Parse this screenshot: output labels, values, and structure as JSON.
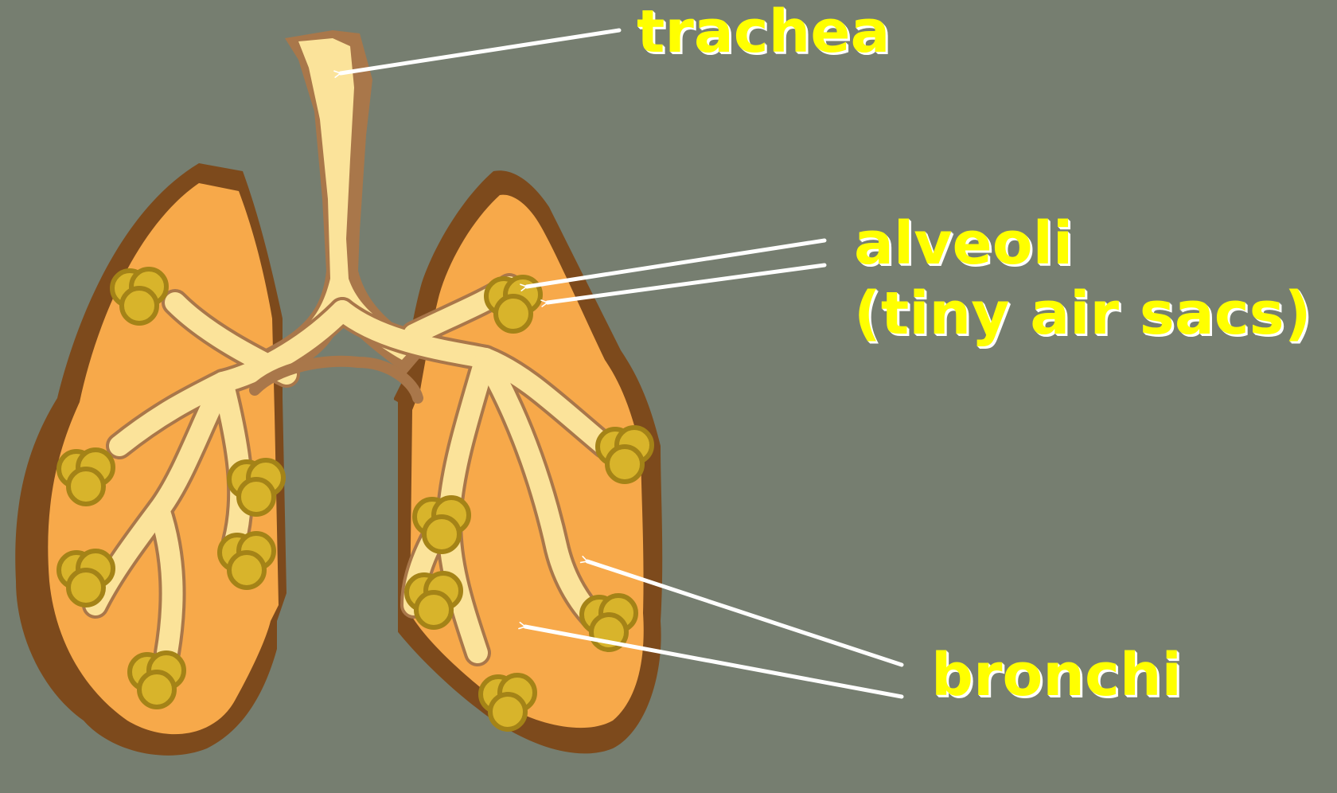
{
  "labels": {
    "trachea": "trachea",
    "alveoli": "alveoli",
    "alveoli_sub": "(tiny air sacs)",
    "bronchi": "bronchi"
  },
  "colors": {
    "background": "#767e70",
    "label_text": "#ffff00",
    "label_outline": "#ffffff",
    "lung_fill": "#f7a94a",
    "lung_outline": "#7d4a1c",
    "airway_fill": "#fbe39a",
    "airway_outline": "#a9774a",
    "alveoli_fill": "#d8b42b",
    "alveoli_outline": "#a48317",
    "arrow": "#ffffff"
  },
  "icons": {
    "diagram": "lungs-illustration",
    "pointer": "arrow-pointer"
  }
}
